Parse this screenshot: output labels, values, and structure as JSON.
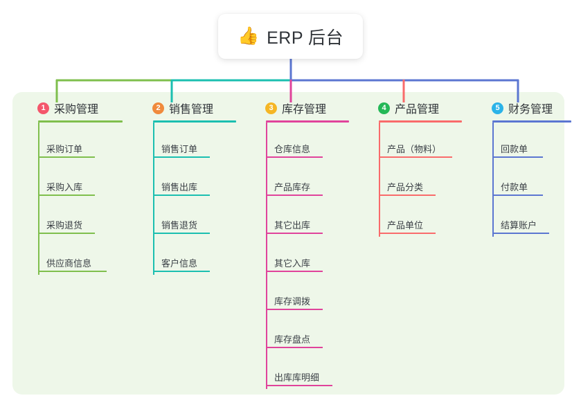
{
  "diagram": {
    "type": "mindmap-tree",
    "root": {
      "icon": "thumbs-up-icon",
      "icon_glyph": "👍",
      "title": "ERP 后台"
    },
    "panel_background": "#eef7e9",
    "page_background": "#ffffff",
    "branches": [
      {
        "number": "1",
        "title": "采购管理",
        "badge_color": "#f4566b",
        "line_color": "#7fbf4d",
        "connector_color": "#7fbf4d",
        "rule_width": 122,
        "items": [
          {
            "label": "采购订单",
            "rule_width": 82
          },
          {
            "label": "采购入库",
            "rule_width": 82
          },
          {
            "label": "采购退货",
            "rule_width": 82
          },
          {
            "label": "供应商信息",
            "rule_width": 99
          }
        ]
      },
      {
        "number": "2",
        "title": "销售管理",
        "badge_color": "#f08a3c",
        "line_color": "#1bbfb0",
        "connector_color": "#1bbfb0",
        "rule_width": 120,
        "items": [
          {
            "label": "销售订单",
            "rule_width": 82
          },
          {
            "label": "销售出库",
            "rule_width": 82
          },
          {
            "label": "销售退货",
            "rule_width": 82
          },
          {
            "label": "客户信息",
            "rule_width": 82
          }
        ]
      },
      {
        "number": "3",
        "title": "库存管理",
        "badge_color": "#f5b625",
        "line_color": "#e0439b",
        "connector_color": "#e0439b",
        "rule_width": 120,
        "items": [
          {
            "label": "仓库信息",
            "rule_width": 82
          },
          {
            "label": "产品库存",
            "rule_width": 82
          },
          {
            "label": "其它出库",
            "rule_width": 82
          },
          {
            "label": "其它入库",
            "rule_width": 82
          },
          {
            "label": "库存调拨",
            "rule_width": 82
          },
          {
            "label": "库存盘点",
            "rule_width": 82
          },
          {
            "label": "出库库明细",
            "rule_width": 96
          }
        ]
      },
      {
        "number": "4",
        "title": "产品管理",
        "badge_color": "#24b857",
        "line_color": "#f96b6b",
        "connector_color": "#f96b6b",
        "rule_width": 120,
        "items": [
          {
            "label": "产品（物料）",
            "rule_width": 106
          },
          {
            "label": "产品分类",
            "rule_width": 82
          },
          {
            "label": "产品单位",
            "rule_width": 82
          }
        ]
      },
      {
        "number": "5",
        "title": "财务管理",
        "badge_color": "#2bb3e8",
        "line_color": "#5b76d1",
        "connector_color": "#5b76d1",
        "rule_width": 114,
        "items": [
          {
            "label": "回款单",
            "rule_width": 73
          },
          {
            "label": "付款单",
            "rule_width": 73
          },
          {
            "label": "结算账户",
            "rule_width": 82
          }
        ]
      }
    ]
  }
}
